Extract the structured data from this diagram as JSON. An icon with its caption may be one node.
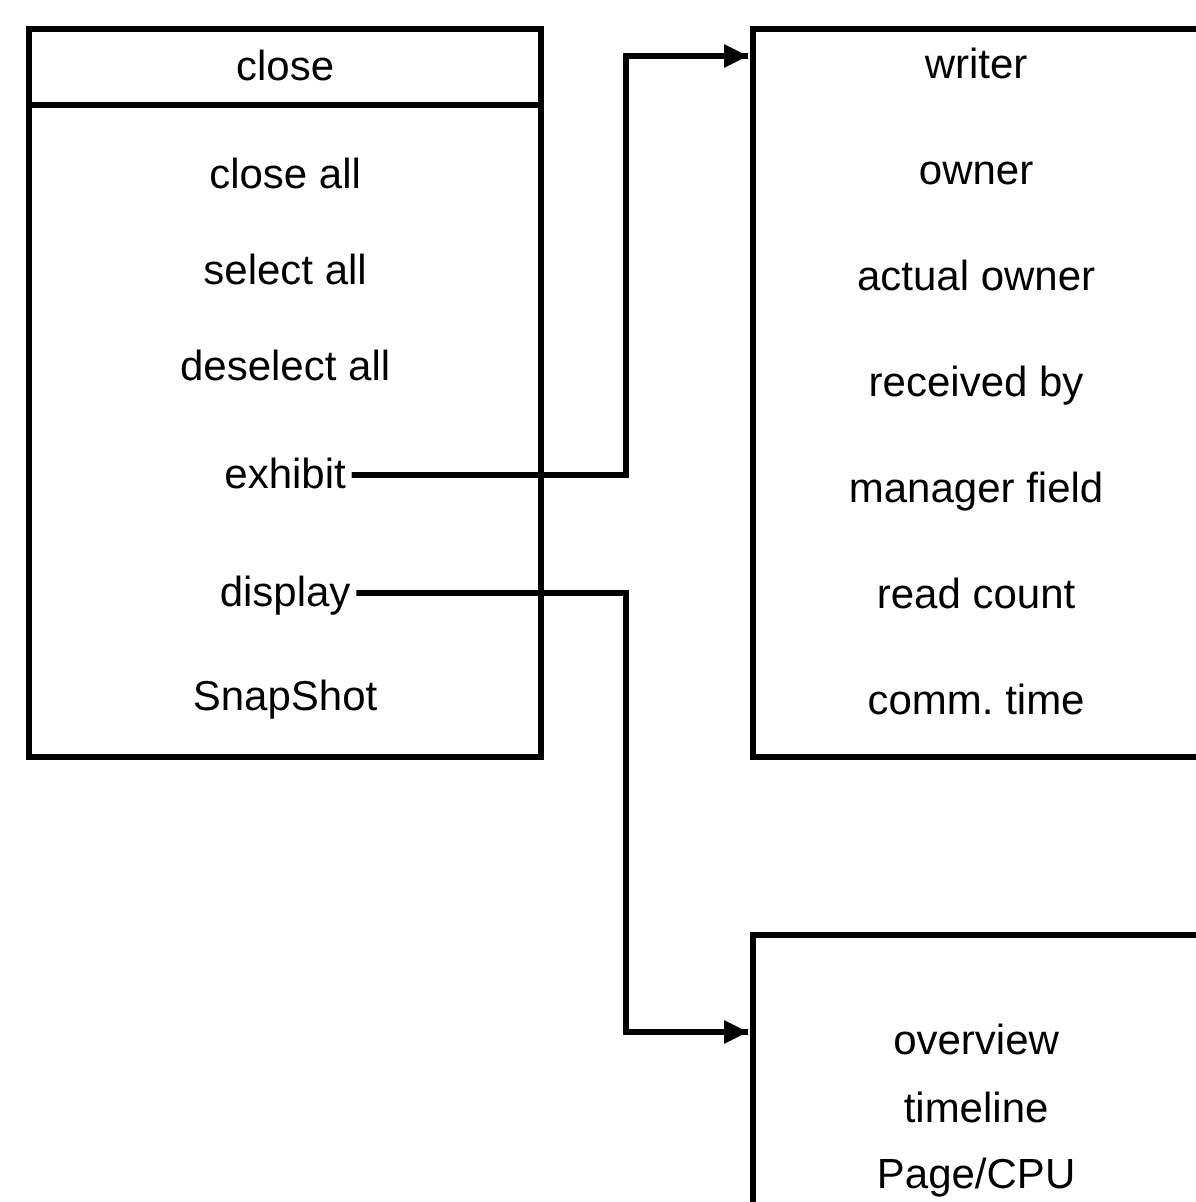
{
  "diagram": {
    "nodes": [
      {
        "text": [
          "close"
        ]
      },
      {
        "text": [
          "close all"
        ],
        "in": 0
      },
      {
        "text": [
          "select all"
        ],
        "in": 0
      },
      {
        "text": [
          "deselect all"
        ],
        "in": 0
      },
      {
        "text": [
          "exhibit"
        ],
        "in": 0
      },
      {
        "text": [
          "display"
        ],
        "in": 0
      },
      {
        "text": [
          "SnapShot"
        ],
        "in": 0
      },
      {
        "text": [
          "writer",
          "owner",
          "actual owner",
          "received by",
          "manager field",
          "read count",
          "comm. time"
        ]
      },
      {
        "text": [
          "overview",
          "timeline",
          "Page/CPU"
        ]
      }
    ],
    "edges": [
      {
        "from": 4,
        "to": 7,
        "arrow": "to"
      },
      {
        "from": 5,
        "to": 8,
        "arrow": "to"
      }
    ]
  }
}
